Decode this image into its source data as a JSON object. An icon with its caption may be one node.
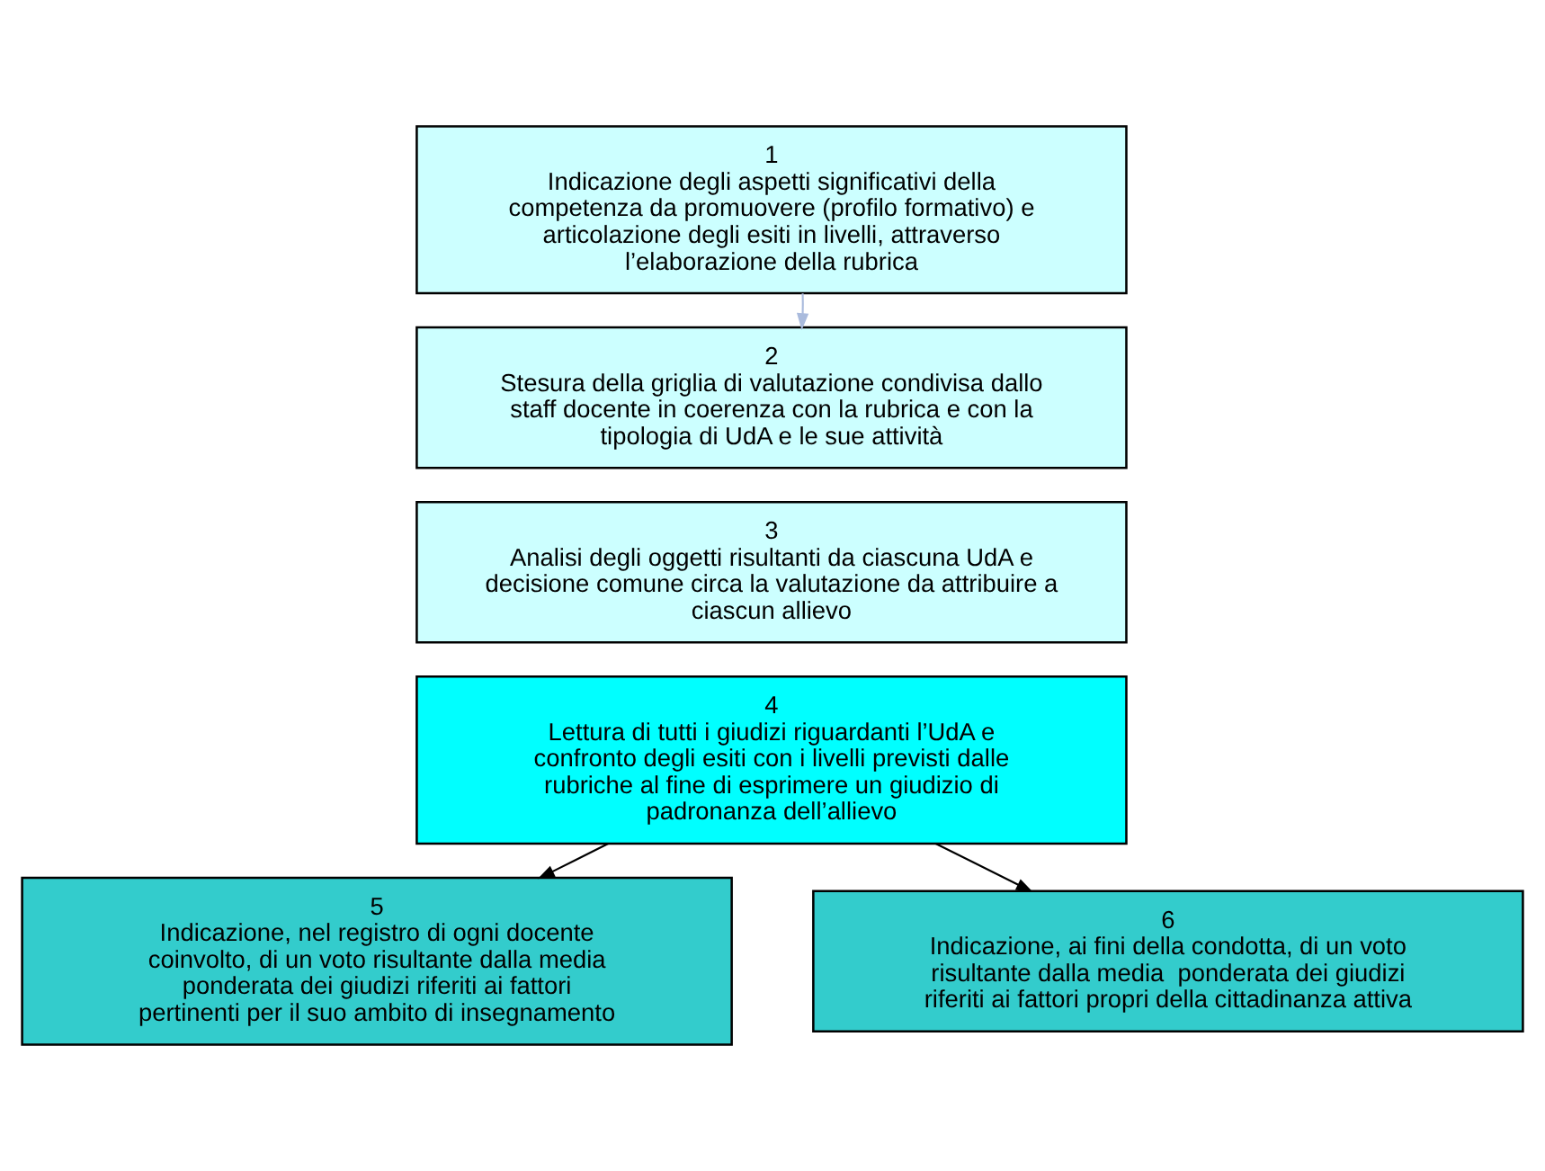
{
  "diagram": {
    "nodes": [
      {
        "text": [
          "1",
          "Indicazione degli aspetti significativi della competenza da promuovere (profilo formativo) e articolazione degli esiti in livelli, attraverso l’elaborazione della rubrica"
        ]
      },
      {
        "text": [
          "2",
          "Stesura della griglia di valutazione condivisa dallo staff docente in coerenza con la rubrica e con la tipologia di UdA e le sue attività"
        ]
      },
      {
        "text": [
          "3",
          "Analisi degli oggetti risultanti da ciascuna UdA e decisione comune circa la valutazione da attribuire a ciascun allievo"
        ]
      },
      {
        "text": [
          "4",
          "Lettura di tutti i giudizi riguardanti l’UdA e confronto degli esiti con i livelli previsti dalle rubriche al fine di esprimere un giudizio di padronanza dell’allievo"
        ]
      },
      {
        "text": [
          "5",
          "Indicazione, nel registro di ogni docente coinvolto, di un voto risultante dalla media  ponderata dei giudizi riferiti ai fattori pertinenti per il suo ambito di insegnamento"
        ]
      },
      {
        "text": [
          "6",
          "Indicazione, ai fini della condotta, di un voto risultante dalla media  ponderata dei giudizi riferiti ai fattori propri della cittadinanza attiva"
        ]
      }
    ],
    "edges": [
      {
        "from": 0,
        "to": 1,
        "arrow": "to",
        "color": "#aabbdd"
      },
      {
        "from": 3,
        "to": 4,
        "arrow": "to"
      },
      {
        "from": 3,
        "to": 5,
        "arrow": "to"
      }
    ]
  }
}
